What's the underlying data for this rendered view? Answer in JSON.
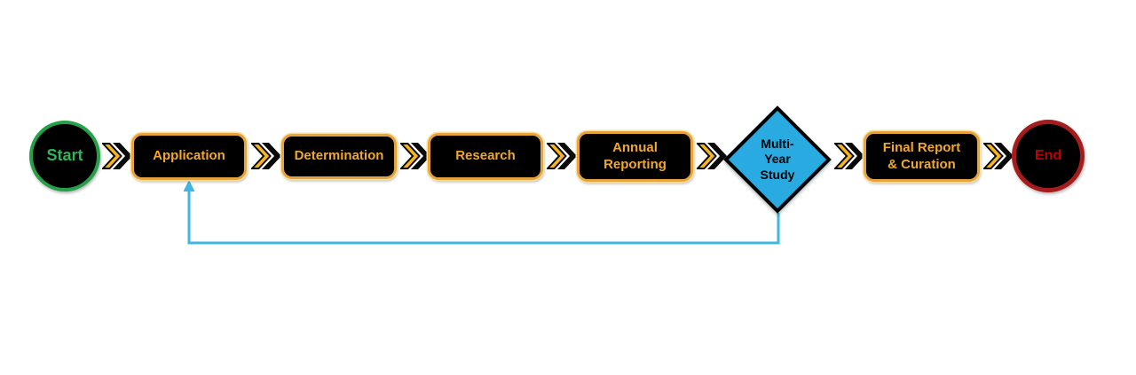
{
  "flowchart": {
    "description": "Process flow from Start to End with a feedback loop from Multi-Year Study back to Application",
    "nodes": [
      {
        "id": "start",
        "type": "terminator",
        "shape": "circle",
        "label": "Start",
        "lines": [
          "Start"
        ],
        "fill": "#000000",
        "border_color": "#24A148",
        "text_color": "#2FB457"
      },
      {
        "id": "application",
        "type": "process",
        "shape": "rounded-rect",
        "label": "Application",
        "lines": [
          "Application"
        ],
        "fill": "#000000",
        "border_color": "#E8A33D",
        "text_color": "#F0A830"
      },
      {
        "id": "determination",
        "type": "process",
        "shape": "rounded-rect",
        "label": "Determination",
        "lines": [
          "Determination"
        ],
        "fill": "#000000",
        "border_color": "#E8A33D",
        "text_color": "#F0A830"
      },
      {
        "id": "research",
        "type": "process",
        "shape": "rounded-rect",
        "label": "Research",
        "lines": [
          "Research"
        ],
        "fill": "#000000",
        "border_color": "#E8A33D",
        "text_color": "#F0A830"
      },
      {
        "id": "annual-reporting",
        "type": "process",
        "shape": "rounded-rect",
        "label": "Annual Reporting",
        "lines": [
          "Annual",
          "Reporting"
        ],
        "fill": "#000000",
        "border_color": "#E8A33D",
        "text_color": "#F0A830"
      },
      {
        "id": "multi-year-study",
        "type": "decision",
        "shape": "diamond",
        "label": "Multi-Year Study",
        "lines": [
          "Multi-",
          "Year",
          "Study"
        ],
        "fill": "#29ABE2",
        "border_color": "#000000",
        "text_color": "#000000"
      },
      {
        "id": "final-report-curation",
        "type": "process",
        "shape": "rounded-rect",
        "label": "Final Report & Curation",
        "lines": [
          "Final Report",
          "& Curation"
        ],
        "fill": "#000000",
        "border_color": "#E8A33D",
        "text_color": "#F0A830"
      },
      {
        "id": "end",
        "type": "terminator",
        "shape": "circle",
        "label": "End",
        "lines": [
          "End"
        ],
        "fill": "#000000",
        "border_color": "#A61B1B",
        "text_color": "#C00000"
      }
    ],
    "forward_connectors": {
      "style": "double-chevron",
      "count": 7,
      "between": [
        [
          "Start",
          "Application"
        ],
        [
          "Application",
          "Determination"
        ],
        [
          "Determination",
          "Research"
        ],
        [
          "Research",
          "Annual Reporting"
        ],
        [
          "Annual Reporting",
          "Multi-Year Study"
        ],
        [
          "Multi-Year Study",
          "Final Report & Curation"
        ],
        [
          "Final Report & Curation",
          "End"
        ]
      ]
    },
    "feedback_edge": {
      "from": "Multi-Year Study",
      "to": "Application",
      "shape": "elbow-down-left-up",
      "arrowhead": "up",
      "color": "#41B6E0"
    }
  },
  "colors": {
    "background": "#FFFFFF",
    "node_fill": "#000000",
    "gold_border": "#E8A33D",
    "gold_border_light": "#F7E3A1",
    "gold_text": "#F0A830",
    "chevron_yellow": "#F7B51D",
    "chevron_black": "#0A0A0A",
    "diamond_blue": "#29ABE2",
    "start_green": "#24A148",
    "start_text_green": "#2FB457",
    "end_red_border": "#A61B1B",
    "end_text_red": "#C00000",
    "feedback_cyan": "#41B6E0"
  }
}
